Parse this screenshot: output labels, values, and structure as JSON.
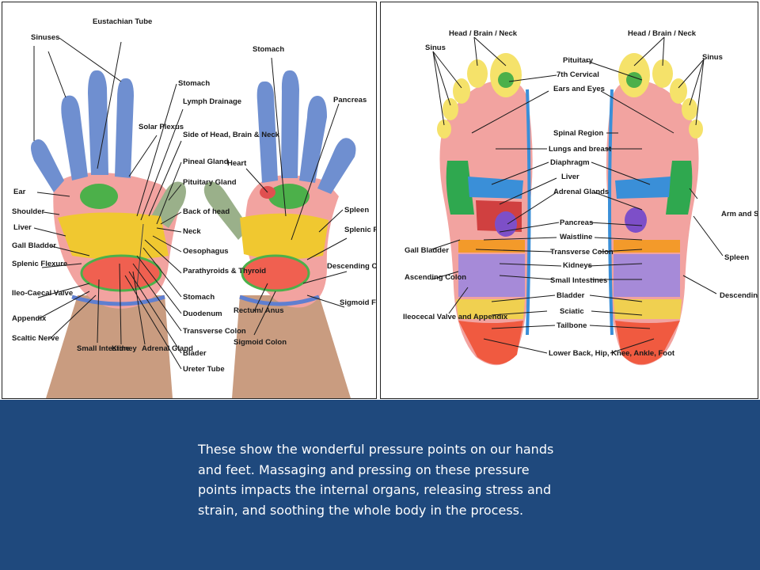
{
  "hands": {
    "labels": {
      "sinuses": "Sinuses",
      "eustachian_tube": "Eustachian Tube",
      "stomach_top": "Stomach",
      "lymph_drainage": "Lymph Drainage",
      "solar_plexus": "Solar Plexus",
      "side_of_head": "Side of Head, Brain & Neck",
      "pineal_gland": "Pineal Gland",
      "pituitary_gland": "Pituitary Gland",
      "back_of_head": "Back of head",
      "neck": "Neck",
      "oesophagus": "Oesophagus",
      "parathyroids": "Parathyroids & Thyroid",
      "stomach_mid": "Stomach",
      "duodenum": "Duodenum",
      "transverse_colon": "Transverse Colon",
      "blader": "Blader",
      "ureter_tube": "Ureter Tube",
      "ear": "Ear",
      "shoulder": "Shoulder",
      "liver": "Liver",
      "gall_bladder": "Gall Bladder",
      "splenic_flexure_left": "Splenic Flexure",
      "ileo_caecal_valve": "Ileo-Caecal Valve",
      "appendix": "Appendix",
      "scaltic_nerve": "Scaltic Nerve",
      "small_intestine": "Small Intestine",
      "kidney": "Kidney",
      "adrenal_gland": "Adrenal Gland",
      "stomach_right": "Stomach",
      "pancreas": "Pancreas",
      "heart": "Heart",
      "spleen": "Spleen",
      "splenic_flexure_right": "Splenic Flexure",
      "descending_colon": "Descending Colon",
      "sigmoid_flexure": "Sigmoid Flexure",
      "rectum_anus": "Rectum/ Anus",
      "sigmoid_colon": "Sigmoid Colon"
    }
  },
  "feet": {
    "labels": {
      "head_brain_neck_left": "Head / Brain / Neck",
      "head_brain_neck_right": "Head / Brain / Neck",
      "sinus_left": "Sinus",
      "sinus_right": "Sinus",
      "pituitary": "Pituitary",
      "seventh_cervical": "7th Cervical",
      "ears_and_eyes": "Ears and Eyes",
      "spinal_region": "Spinal Region",
      "lungs_and_breast": "Lungs and breast",
      "diaphragm": "Diaphragm",
      "liver": "Liver",
      "adrenal_glands": "Adrenal Glands",
      "arm_and_shoulder": "Arm and Shoulder",
      "pancreas": "Pancreas",
      "waistline": "Waistline",
      "transverse_colon": "Transverse Colon",
      "kidneys": "Kidneys",
      "gall_bladder": "Gall Bladder",
      "spleen": "Spleen",
      "ascending_colon": "Ascending Colon",
      "small_intestines": "Small Intestines",
      "bladder": "Bladder",
      "descending_colon": "Descending Colon",
      "ileocecal_valve": "Ileocecal Valve and Appendix",
      "sciatic": "Sciatic",
      "tailbone": "Tailbone",
      "lower_back": "Lower Back, Hip, Knee, Ankle, Foot"
    }
  },
  "caption": "These show the wonderful pressure points on our hands and feet. Massaging and pressing on these pressure points impacts the internal organs, releasing stress and strain, and soothing the whole body in the process."
}
